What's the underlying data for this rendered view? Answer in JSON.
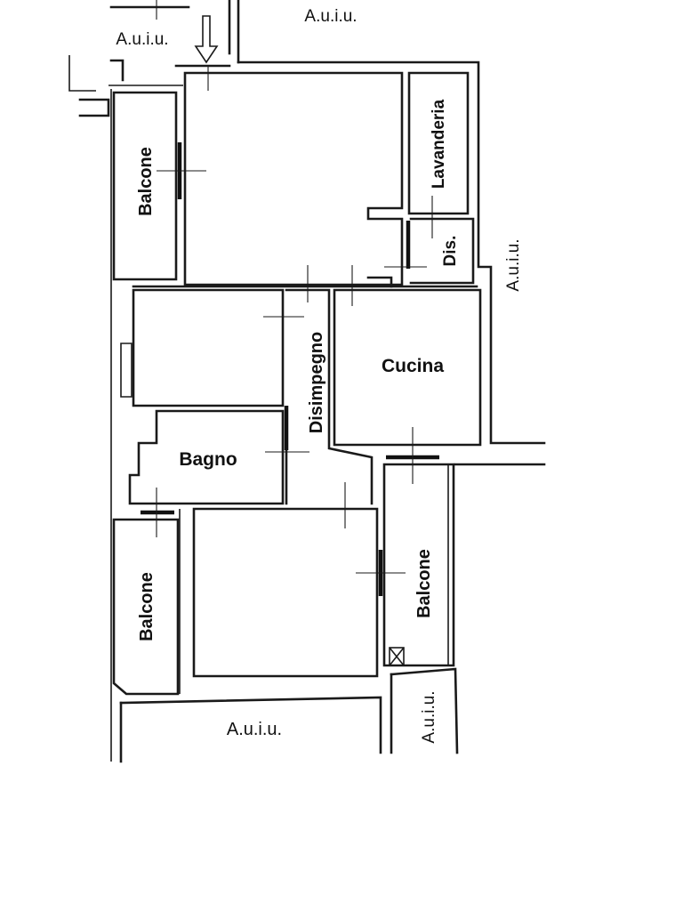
{
  "labels": {
    "auiu_top_left": "A.u.i.u.",
    "auiu_top_center": "A.u.i.u.",
    "auiu_right": "A.u.i.u.",
    "auiu_bottom_center": "A.u.i.u.",
    "auiu_bottom_right": "A.u.i.u.",
    "balcone_top_left": "Balcone",
    "balcone_bottom_left": "Balcone",
    "balcone_bottom_right": "Balcone",
    "lavanderia": "Lavanderia",
    "dis": "Dis.",
    "cucina": "Cucina",
    "disimpegno": "Disimpegno",
    "bagno": "Bagno"
  },
  "colors": {
    "ink": "#111111",
    "paper": "#ffffff"
  },
  "icons": {
    "entrance": "down-arrow-icon",
    "shaft": "cross-box-icon"
  }
}
